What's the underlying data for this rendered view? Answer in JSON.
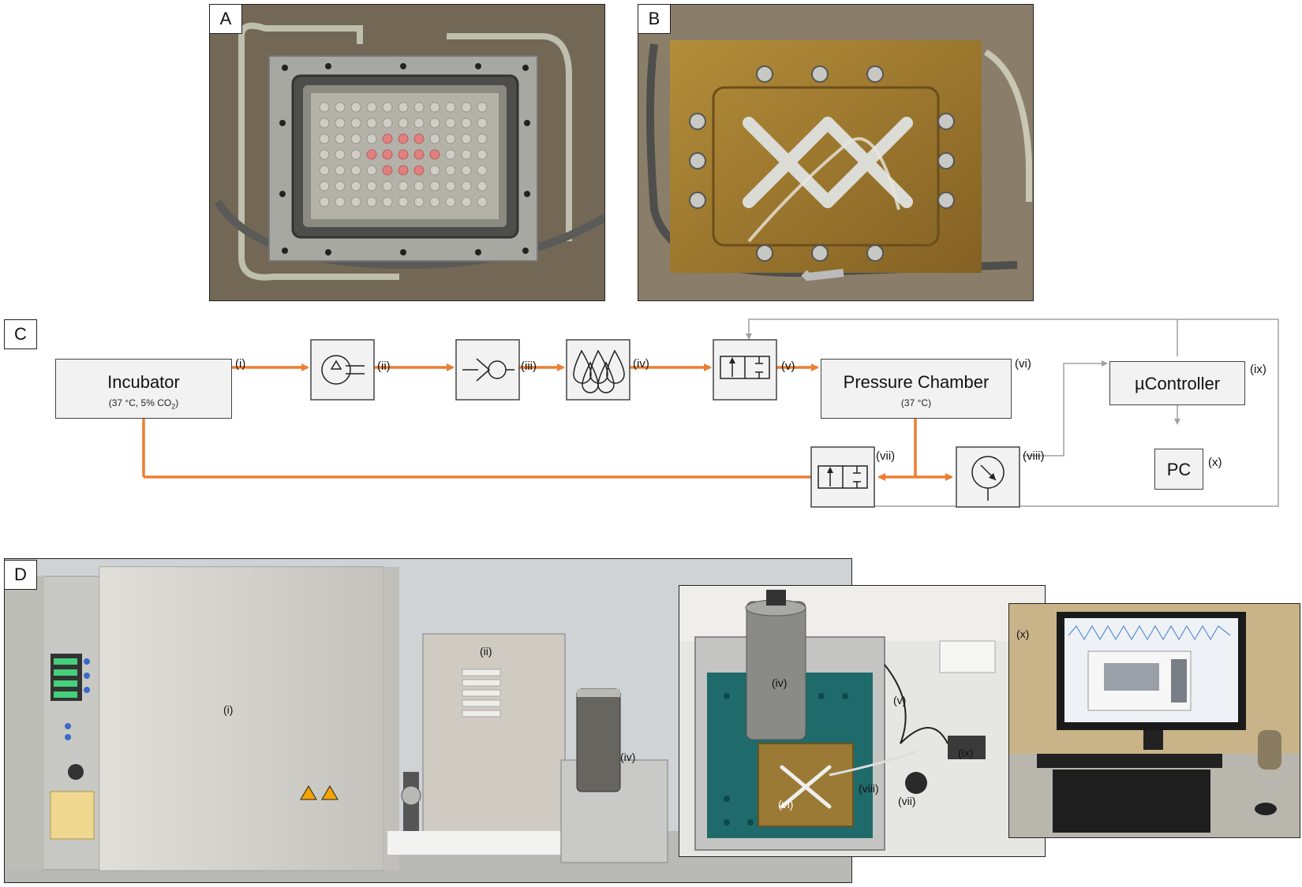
{
  "panels": {
    "a": "A",
    "b": "B",
    "c": "C",
    "d": "D"
  },
  "diagram": {
    "incubator": {
      "title": "Incubator",
      "sub": "(37 °C, 5% CO",
      "sub_subscript": "2",
      "sub_end": ")",
      "num": "(i)"
    },
    "compressor": {
      "num": "(ii)"
    },
    "check_valve": {
      "num": "(iii)"
    },
    "humidifier": {
      "num": "(iv)"
    },
    "valve_in": {
      "num": "(v)"
    },
    "pressure_chamber": {
      "title": "Pressure Chamber",
      "sub": "(37 °C)",
      "num": "(vi)"
    },
    "valve_out": {
      "num": "(vii)"
    },
    "gauge": {
      "num": "(viii)"
    },
    "controller": {
      "title": "µController",
      "num": "(ix)"
    },
    "pc": {
      "title": "PC",
      "num": "(x)"
    }
  },
  "photo_d_labels": {
    "i": "(i)",
    "ii": "(ii)",
    "iv": "(iv)",
    "iv2": "(iv)",
    "v": "(v)",
    "vi": "(vi)",
    "vii": "(vii)",
    "viii": "(viii)",
    "ix": "(ix)",
    "x": "(x)"
  },
  "colors": {
    "flow_arrow": "#ed7d31",
    "signal_line": "#a0a0a0",
    "box_fill": "#f2f2f2"
  }
}
